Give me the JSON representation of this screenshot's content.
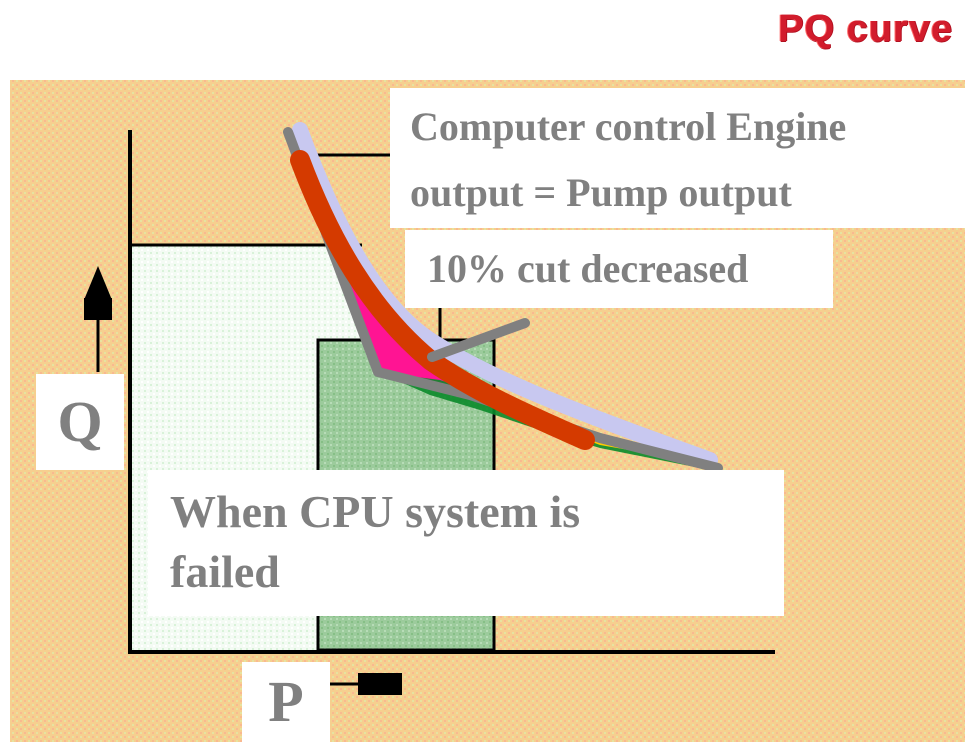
{
  "title": "PQ curve",
  "labels": {
    "engine_line1": "Computer control Engine",
    "engine_line2": "output = Pump output",
    "cut": "10% cut decreased",
    "cpu_line1": "When CPU system is",
    "cpu_line2": "failed",
    "q_axis": "Q",
    "p_axis": "P"
  },
  "colors": {
    "title": "#d21c2c",
    "background_pattern": "#f6cf8f",
    "background_dots": "#e0e090",
    "white_area": "#f2fbf2",
    "green_area": "#9dcc9d",
    "curve_lavender": "#c9c9ee",
    "curve_red": "#d43a00",
    "curve_gray": "#808080",
    "shade_pink": "#ff1493",
    "shade_green": "#0a8a2a",
    "label_text": "#808080"
  }
}
